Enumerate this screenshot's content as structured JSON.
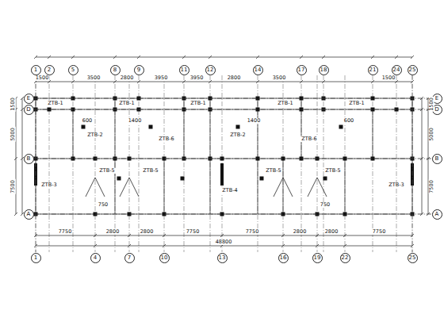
{
  "diagram": {
    "nodes": [
      {
        "text": [
          "1"
        ]
      },
      {
        "text": [
          "2"
        ]
      },
      {
        "text": [
          "5"
        ]
      },
      {
        "text": [
          "8"
        ]
      },
      {
        "text": [
          "9"
        ]
      },
      {
        "text": [
          "11"
        ]
      },
      {
        "text": [
          "12"
        ]
      },
      {
        "text": [
          "14"
        ]
      },
      {
        "text": [
          "17"
        ]
      },
      {
        "text": [
          "18"
        ]
      },
      {
        "text": [
          "21"
        ]
      },
      {
        "text": [
          "24"
        ]
      },
      {
        "text": [
          "25"
        ]
      },
      {
        "text": [
          "E"
        ]
      },
      {
        "text": [
          "D"
        ]
      },
      {
        "text": [
          "B"
        ]
      },
      {
        "text": [
          "A"
        ]
      },
      {
        "text": [
          "E"
        ]
      },
      {
        "text": [
          "D"
        ]
      },
      {
        "text": [
          "B"
        ]
      },
      {
        "text": [
          "A"
        ]
      },
      {
        "text": [
          "1"
        ]
      },
      {
        "text": [
          "4"
        ]
      },
      {
        "text": [
          "7"
        ]
      },
      {
        "text": [
          "10"
        ]
      },
      {
        "text": [
          "13"
        ]
      },
      {
        "text": [
          "16"
        ]
      },
      {
        "text": [
          "19"
        ]
      },
      {
        "text": [
          "22"
        ]
      },
      {
        "text": [
          "25"
        ]
      }
    ],
    "edges": [
      {
        "from": 0,
        "to": 21,
        "arrow": "none"
      },
      {
        "from": 12,
        "to": 29,
        "arrow": "none"
      },
      {
        "from": 13,
        "to": 17,
        "arrow": "none"
      },
      {
        "from": 14,
        "to": 18,
        "arrow": "none"
      },
      {
        "from": 15,
        "to": 19,
        "arrow": "none"
      },
      {
        "from": 16,
        "to": 20,
        "arrow": "none"
      }
    ],
    "labels": [
      "1500",
      "3500",
      "2800",
      "3950",
      "3950",
      "2800",
      "3500",
      "1500",
      "7750",
      "2800",
      "2800",
      "7750",
      "7750",
      "2800",
      "2800",
      "7750",
      "48800",
      "1500",
      "5000",
      "7500",
      "1500",
      "5000",
      "7500",
      "ZTB-1",
      "ZTB-1",
      "ZTB-1",
      "ZTB-1",
      "ZTB-1",
      "ZTB-2",
      "ZTB-2",
      "ZTB-3",
      "ZTB-3",
      "ZTB-4",
      "ZTB-5",
      "ZTB-5",
      "ZTB-5",
      "ZTB-5",
      "ZTB-6",
      "ZTB-6",
      "600",
      "1400",
      "1400",
      "600",
      "750",
      "750"
    ]
  }
}
